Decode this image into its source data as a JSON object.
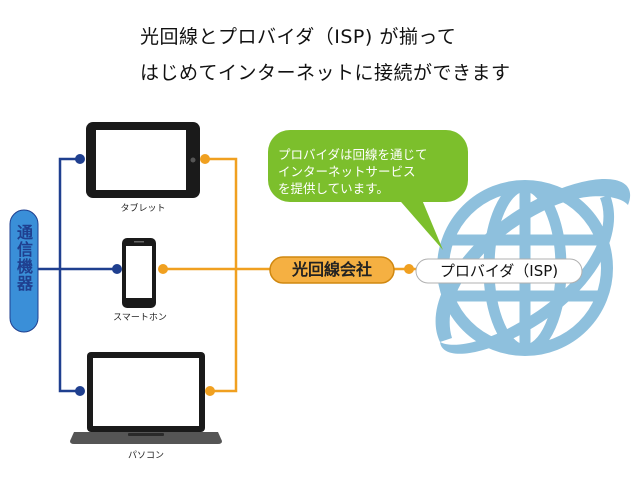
{
  "title": {
    "line1": "光回線とプロバイダ（ISP) が揃って",
    "line2": "はじめてインターネットに接続ができます"
  },
  "devices": {
    "group_label": "通信機器",
    "tablet": "タブレット",
    "smartphone": "スマートホン",
    "laptop": "パソコン"
  },
  "provider_line": "光回線会社",
  "isp": "プロバイダ（ISP)",
  "speech_bubble": {
    "lines": [
      "プロバイダは回線を通じて",
      "インターネットサービス",
      "を提供しています。"
    ]
  },
  "colors": {
    "navy_line": "#1f3f8f",
    "orange_line": "#f0a020",
    "pill": "#3a8fd8",
    "bubble": "#7cbf2c",
    "globe": "#8ec0dd"
  }
}
